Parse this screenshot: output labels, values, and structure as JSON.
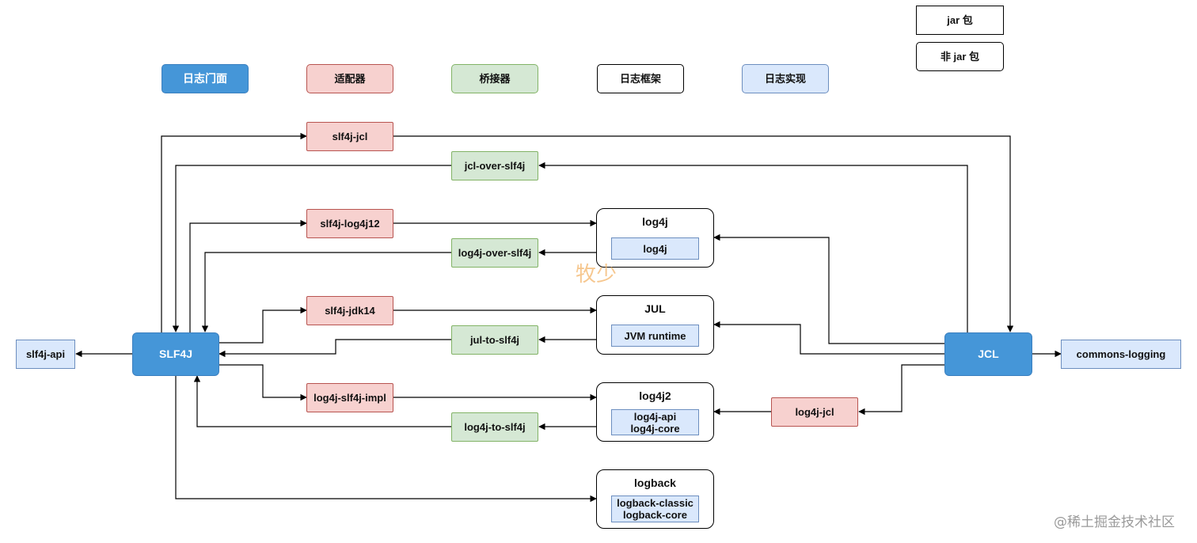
{
  "legend": {
    "facade": "日志门面",
    "adapter": "适配器",
    "bridge": "桥接器",
    "framework": "日志框架",
    "implementation": "日志实现",
    "jar": "jar 包",
    "non_jar": "非 jar 包"
  },
  "nodes": {
    "slf4j": "SLF4J",
    "jcl": "JCL",
    "slf4j_api": "slf4j-api",
    "commons_logging": "commons-logging",
    "slf4j_jcl": "slf4j-jcl",
    "jcl_over_slf4j": "jcl-over-slf4j",
    "slf4j_log4j12": "slf4j-log4j12",
    "log4j_over_slf4j": "log4j-over-slf4j",
    "slf4j_jdk14": "slf4j-jdk14",
    "jul_to_slf4j": "jul-to-slf4j",
    "log4j_slf4j_impl": "log4j-slf4j-impl",
    "log4j_to_slf4j": "log4j-to-slf4j",
    "log4j_jcl": "log4j-jcl"
  },
  "frameworks": {
    "log4j": {
      "title": "log4j",
      "impl_lines": [
        "log4j"
      ]
    },
    "jul": {
      "title": "JUL",
      "impl_lines": [
        "JVM runtime"
      ]
    },
    "log4j2": {
      "title": "log4j2",
      "impl_lines": [
        "log4j-api",
        "log4j-core"
      ]
    },
    "logback": {
      "title": "logback",
      "impl_lines": [
        "logback-classic",
        "logback-core"
      ]
    }
  },
  "watermark": "牧少",
  "credit": "@稀土掘金技术社区",
  "colors": {
    "facade": "#4596d8",
    "adapter": "#f7d1cf",
    "bridge": "#d5e8d4",
    "implementation": "#dae8fc",
    "line": "#000000"
  }
}
